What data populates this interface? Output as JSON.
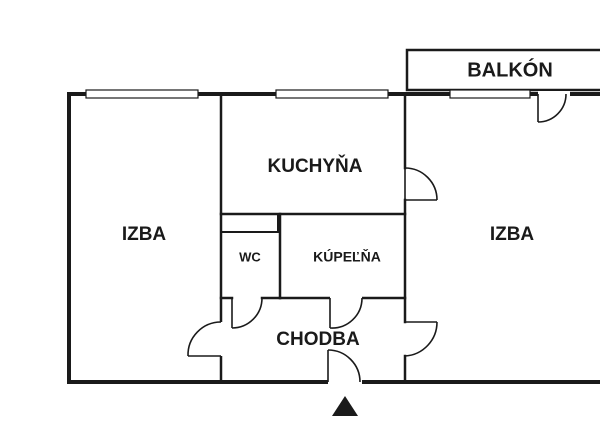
{
  "floor_plan": {
    "rooms": {
      "izba_left": "IZBA",
      "kuchyna": "KUCHYŇA",
      "wc": "WC",
      "kupelna": "KÚPEĽŇA",
      "chodba": "CHODBA",
      "izba_right": "IZBA"
    },
    "balcony": "BALKÓN",
    "entrance_marker_icon": "entrance-arrow-icon",
    "colors": {
      "wall": "#1a1a1a",
      "background": "#ffffff"
    }
  }
}
